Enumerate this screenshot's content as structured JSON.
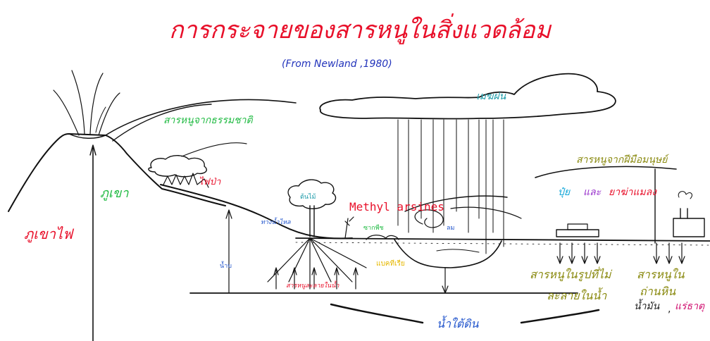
{
  "title": "การกระจายของสารหนูในสิ่งแวดล้อม",
  "source": "(From Newland ,1980)",
  "labels": {
    "cloud": "เมฆฝน",
    "natural_arsenic": "สารหนูจากธรรมชาติ",
    "volcano": "ภูเขาไฟ",
    "mountain": "ภูเขา",
    "forest_fire": "ไฟป่า",
    "tree": "ต้นไม้",
    "methyl": "Methyl arsines",
    "runoff": "ทางน้ำไหล",
    "plant_remains": "ซากพืช",
    "wind": "ลม",
    "bacteria": "แบคทีเรีย",
    "water_up": "น้ำบ",
    "dissolved": "สารหนูละลายในน้ำ",
    "human_arsenic": "สารหนูจากฝีมือมนุษย์",
    "fertilizer": "ปุ๋ย",
    "and": "และ",
    "pesticide": "ยาฆ่าแมลง",
    "arsenic_soluble_line1": "สารหนูในรูปที่ไม่",
    "arsenic_soluble_line2": "ละลายในน้ำ",
    "arsenic_in": "สารหนูใน",
    "coal": "ถ่านหิน",
    "oil": "น้ำมัน",
    "comma": ",",
    "ore": "แร่ธาตุ",
    "groundwater": "น้ำใต้ดิน"
  },
  "colors": {
    "title": "#e8102a",
    "source": "#2233bb",
    "cloud_label": "#1a9aa8",
    "green": "#22bb44",
    "red": "#e8102a",
    "yellow_label": "#e6b800",
    "olive": "#8a8a10",
    "blue": "#2255cc",
    "purple": "#9933cc",
    "cyan": "#11a6d8",
    "dark": "#222222",
    "magenta": "#d01070"
  }
}
